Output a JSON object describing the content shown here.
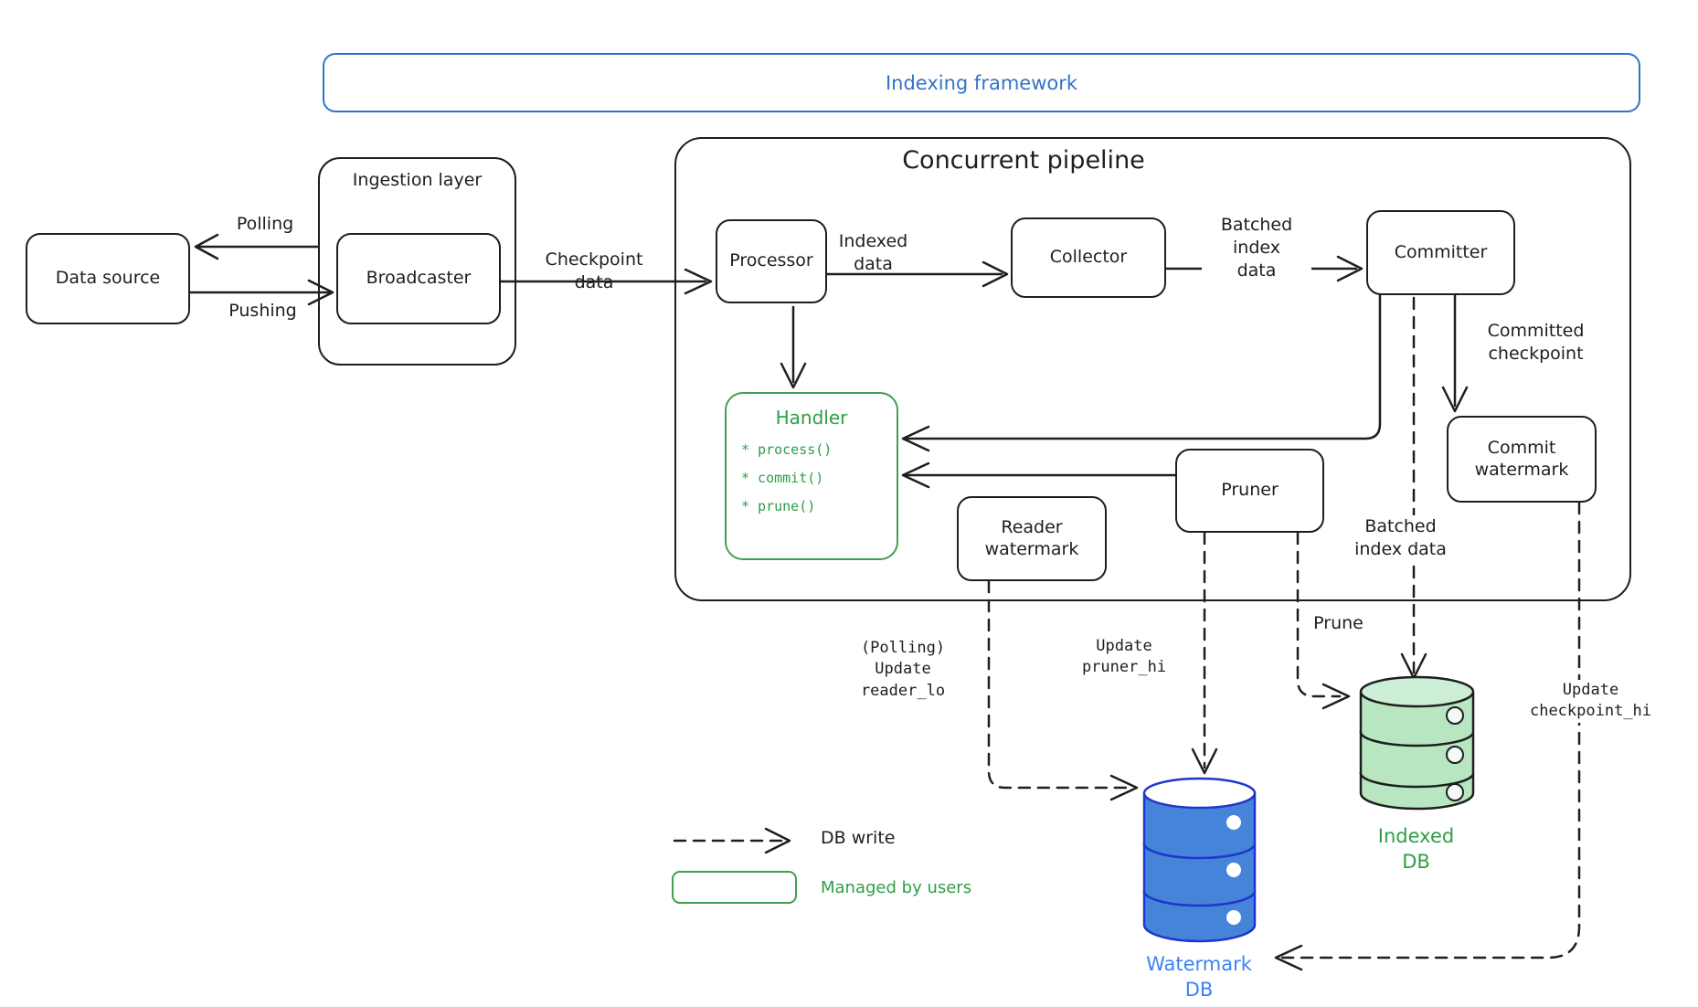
{
  "diagram": {
    "banner": {
      "title": "Indexing framework"
    },
    "data_source": {
      "label": "Data source"
    },
    "ingestion": {
      "label": "Ingestion layer",
      "broadcaster": "Broadcaster"
    },
    "pipeline": {
      "title": "Concurrent pipeline",
      "processor": "Processor",
      "collector": "Collector",
      "committer": "Committer",
      "pruner": "Pruner",
      "reader_watermark": "Reader watermark",
      "commit_watermark": "Commit watermark",
      "handler": {
        "title": "Handler",
        "methods": [
          "* process()",
          "* commit()",
          "* prune()"
        ]
      }
    },
    "edges": {
      "polling": "Polling",
      "pushing": "Pushing",
      "checkpoint_data": "Checkpoint\ndata",
      "indexed_data": "Indexed\ndata",
      "batched_index_data": "Batched\nindex\ndata",
      "committed_checkpoint": "Committed\ncheckpoint",
      "polling_update_reader_lo": "(Polling)\nUpdate\nreader_lo",
      "update_pruner_hi": "Update\npruner_hi",
      "prune": "Prune",
      "batched_index_data_db": "Batched\nindex data",
      "update_checkpoint_hi": "Update\ncheckpoint_hi"
    },
    "databases": {
      "watermark": "Watermark\nDB",
      "indexed": "Indexed\nDB"
    },
    "legend": {
      "db_write": "DB write",
      "managed_by_users": "Managed by users"
    },
    "colors": {
      "ink": "#1e1e1e",
      "framework_blue": "#3273c8",
      "user_green": "#2f9e44",
      "watermark_db_fill": "#4584d8",
      "watermark_db_stroke": "#2036cf",
      "watermark_db_label": "#3b82f6",
      "indexed_db_fill": "#b7e6c0"
    }
  }
}
